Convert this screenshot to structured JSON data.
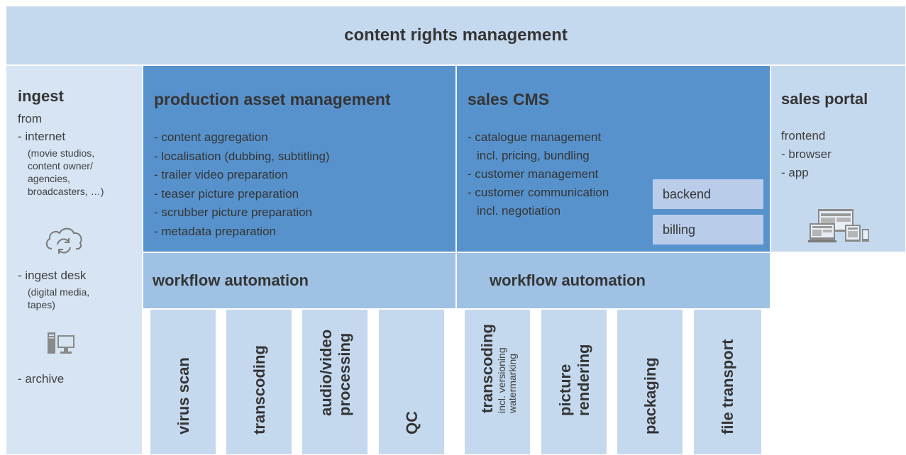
{
  "top_banner": {
    "title": "content rights management"
  },
  "ingest": {
    "title": "ingest",
    "from_label": "from",
    "internet": "- internet",
    "internet_details": [
      "(movie studios,",
      "content owner/",
      "agencies,",
      "broadcasters, …)"
    ],
    "ingest_desk": "- ingest desk",
    "ingest_desk_details": [
      "(digital media,",
      "tapes)"
    ],
    "archive": "- archive",
    "icons": [
      "cloud-sync-icon",
      "desktop-computer-icon"
    ]
  },
  "production_asset_management": {
    "title": "production asset management",
    "items": [
      "- content aggregation",
      "- localisation (dubbing, subtitling)",
      "- trailer video preparation",
      "- teaser picture preparation",
      "- scrubber picture preparation",
      "- metadata preparation"
    ]
  },
  "sales_cms": {
    "title": "sales CMS",
    "lines": [
      "- catalogue management",
      "incl. pricing, bundling",
      "- customer management",
      "- customer communication",
      "incl. negotiation"
    ],
    "backend": "backend",
    "billing": "billing"
  },
  "sales_portal": {
    "title": "sales portal",
    "lines": [
      "frontend",
      "- browser",
      "- app"
    ],
    "icon": "multi-device-icon"
  },
  "workflow_left": {
    "title": "workflow automation"
  },
  "workflow_right": {
    "title": "workflow automation"
  },
  "services_left": [
    {
      "lines": [
        "virus scan"
      ]
    },
    {
      "lines": [
        "transcoding"
      ]
    },
    {
      "lines": [
        "audio/video",
        "processing"
      ]
    },
    {
      "lines": [
        "QC"
      ]
    }
  ],
  "services_right": [
    {
      "lines": [
        "transcoding"
      ],
      "sub": [
        "incl. versioning",
        "watermarking"
      ]
    },
    {
      "lines": [
        "picture",
        "rendering"
      ]
    },
    {
      "lines": [
        "packaging"
      ]
    },
    {
      "lines": [
        "file transport"
      ]
    }
  ],
  "colors": {
    "light": "#c5d9ee",
    "lighter": "#d6e4f3",
    "medium": "#9fc1e3",
    "dark": "#5792cc",
    "chip": "#b9cdea",
    "text": "#404040"
  }
}
